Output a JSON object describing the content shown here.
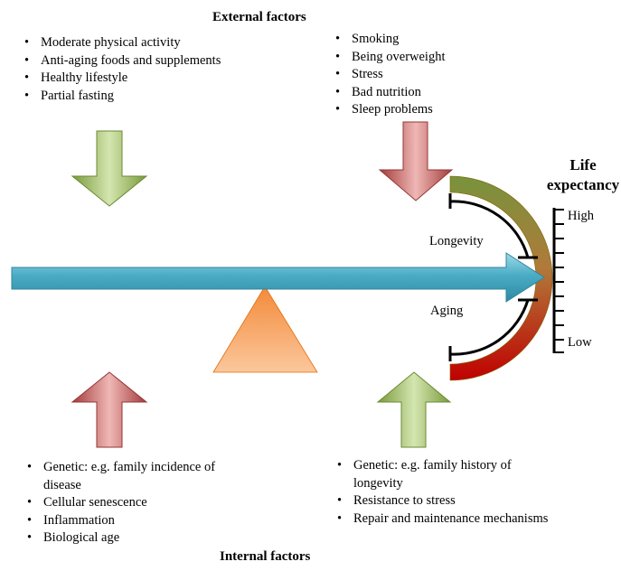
{
  "external": {
    "title": "External factors",
    "positive": [
      "Moderate physical activity",
      "Anti-aging foods and supplements",
      "Healthy lifestyle",
      "Partial fasting"
    ],
    "negative": [
      "Smoking",
      "Being overweight",
      "Stress",
      "Bad nutrition",
      "Sleep problems"
    ]
  },
  "internal": {
    "title": "Internal factors",
    "negative": [
      "Genetic: e.g. family incidence of disease",
      "Cellular senescence",
      "Inflammation",
      "Biological age"
    ],
    "positive": [
      "Genetic: e.g. family history of longevity",
      "Resistance to stress",
      "Repair and maintenance mechanisms"
    ]
  },
  "scale": {
    "title_line1": "Life",
    "title_line2": "expectancy",
    "high": "High",
    "low": "Low",
    "longevity": "Longevity",
    "aging": "Aging"
  },
  "colors": {
    "green": "#9bbb59",
    "red": "#c0504d",
    "beam": "#4bacc6",
    "fulcrum": "#f79646"
  }
}
